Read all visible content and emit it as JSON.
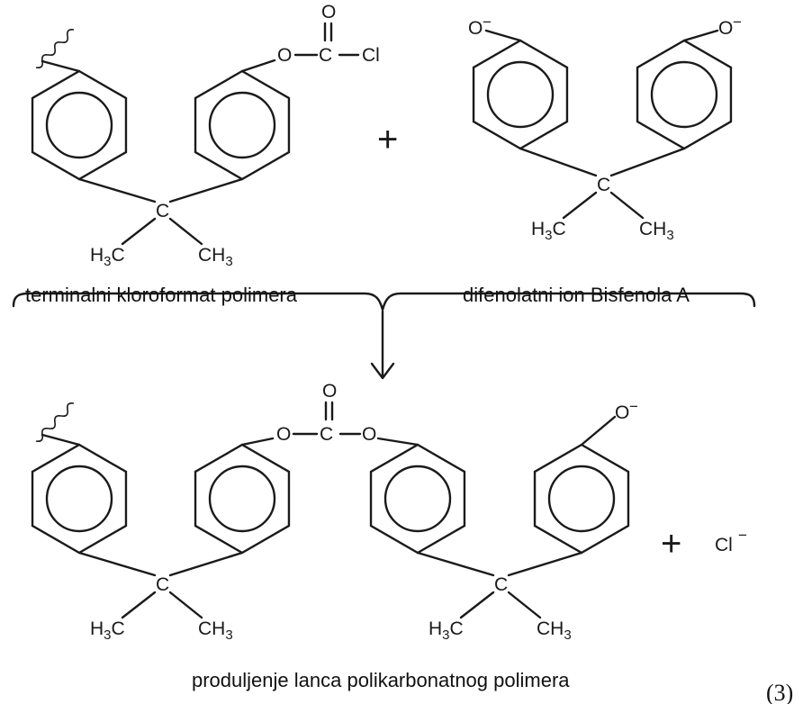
{
  "labels": {
    "reactant_left": "terminalni kloroformat polimera",
    "reactant_right": "difenolatni ion Bisfenola A",
    "product": "produljenje lanca polikarbonatnog polimera",
    "equation_number": "(3)"
  },
  "symbols": {
    "plus": "+",
    "plus_product": "+",
    "chloride_ion": "Cl",
    "minus": "−",
    "oxygen": "O",
    "carbon": "C",
    "chlorine": "Cl",
    "methyl_h": "H",
    "methyl_c": "C",
    "subscript_3": "3"
  }
}
